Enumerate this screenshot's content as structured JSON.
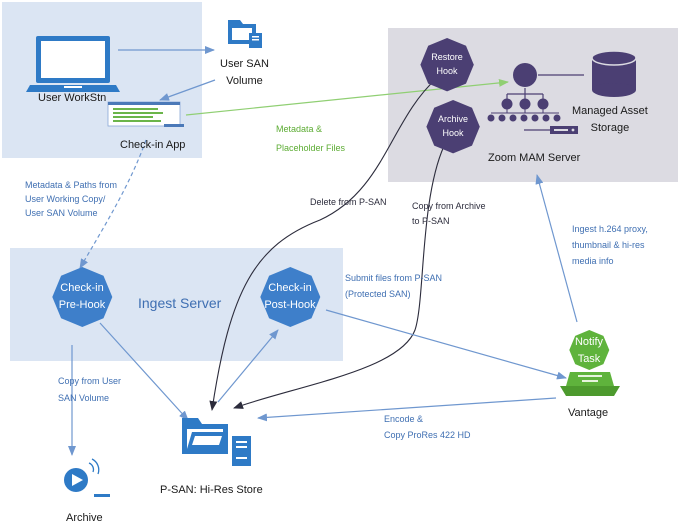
{
  "colors": {
    "zone_blue": "#dbe5f3",
    "zone_gray": "#dcdbe2",
    "node_blue": "#3e7fca",
    "hook_purple": "#4b3f73",
    "vantage_green": "#5fb33c",
    "edge_blue": "#6f97cf",
    "edge_dark": "#2c2c3c",
    "edge_green": "#90cf73"
  },
  "zones": {
    "ingest_server": "Ingest Server",
    "mam_server": "Zoom MAM Server"
  },
  "nodes": {
    "user_workstation": "User WorkStn",
    "user_san_volume": [
      "User SAN",
      "Volume"
    ],
    "checkin_app": "Check-in App",
    "managed_asset_storage": [
      "Managed Asset",
      "Storage"
    ],
    "restore_hook": [
      "Restore",
      "Hook"
    ],
    "archive_hook": [
      "Archive",
      "Hook"
    ],
    "checkin_prehook": [
      "Check-in",
      "Pre-Hook"
    ],
    "checkin_posthook": [
      "Check-in",
      "Post-Hook"
    ],
    "notify_task": [
      "Notify",
      "Task"
    ],
    "vantage": "Vantage",
    "psan_store": "P-SAN: Hi-Res Store",
    "archive": "Archive"
  },
  "edges": {
    "metadata_placeholder": [
      "Metadata &",
      "Placeholder Files"
    ],
    "metadata_paths": [
      "Metadata & Paths from",
      "User Working Copy/",
      "User SAN Volume"
    ],
    "delete_from_psan": [
      "Delete from P-SAN"
    ],
    "copy_from_archive": [
      "Copy from Archive",
      "to P-SAN"
    ],
    "ingest_proxy": [
      "Ingest h.264 proxy,",
      "thumbnail & hi-res",
      "media info"
    ],
    "submit_files": [
      "Submit files from P-SAN",
      "(Protected SAN)"
    ],
    "copy_from_user": [
      "Copy from User",
      "SAN Volume"
    ],
    "encode_copy": [
      "Encode &",
      "Copy ProRes 422 HD"
    ]
  }
}
